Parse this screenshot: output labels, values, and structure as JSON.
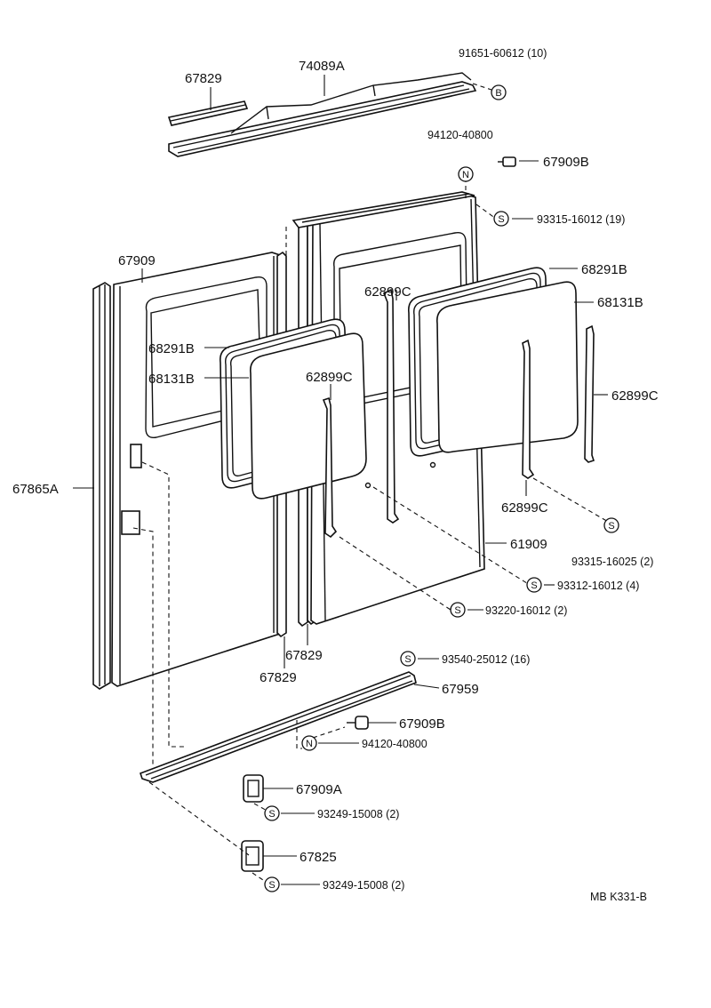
{
  "parts": {
    "p67829_top": "67829",
    "p74089A": "74089A",
    "p91651": "91651-60612 (10)",
    "p94120_top": "94120-40800",
    "p67909B_top": "67909B",
    "p93315_19": "93315-16012 (19)",
    "p67909": "67909",
    "p68291B_right": "68291B",
    "p62899C_mid": "62899C",
    "p68131B_right": "68131B",
    "p68291B_left": "68291B",
    "p68131B_left": "68131B",
    "p62899C_left": "62899C",
    "p62899C_right": "62899C",
    "p67865A": "67865A",
    "p62899C_bottom": "62899C",
    "p93315_2": "93315-16025 (2)",
    "p61909": "61909",
    "p93312_4": "93312-16012 (4)",
    "p93220_2": "93220-16012 (2)",
    "p67829_a": "67829",
    "p67829_b": "67829",
    "p93540_16": "93540-25012 (16)",
    "p67959": "67959",
    "p67909B_bottom": "67909B",
    "p94120_bottom": "94120-40800",
    "p67909A": "67909A",
    "p93249_a": "93249-15008 (2)",
    "p67825": "67825",
    "p93249_b": "93249-15008 (2)"
  },
  "symbols": {
    "b": "B",
    "n": "N",
    "s": "S"
  },
  "footer": {
    "code": "MB K331-B"
  }
}
